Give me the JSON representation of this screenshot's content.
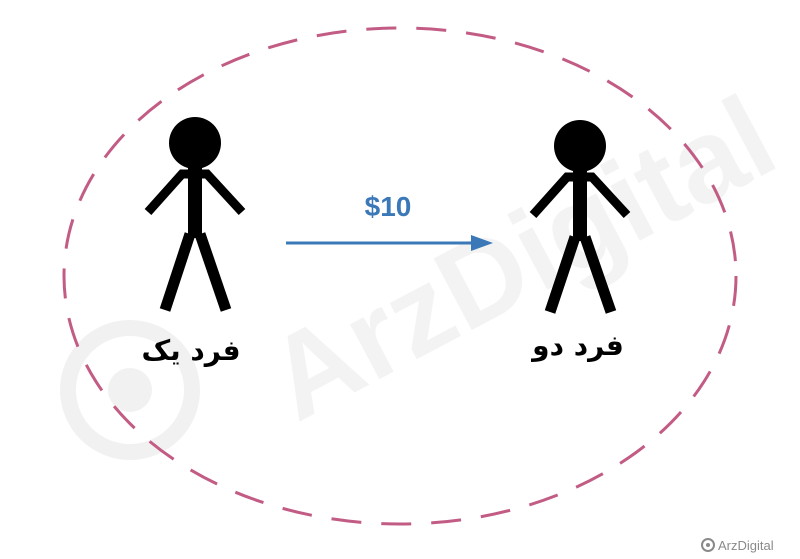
{
  "diagram": {
    "person_one_label": "فرد یک",
    "person_two_label": "فرد دو",
    "amount_label": "$10",
    "colors": {
      "ellipse_stroke": "#c25c84",
      "arrow": "#3b78b8",
      "figure": "#000000",
      "background": "#ffffff"
    }
  },
  "watermark": {
    "text": "ArzDigital",
    "icon": "arzdigital-logo-icon"
  }
}
